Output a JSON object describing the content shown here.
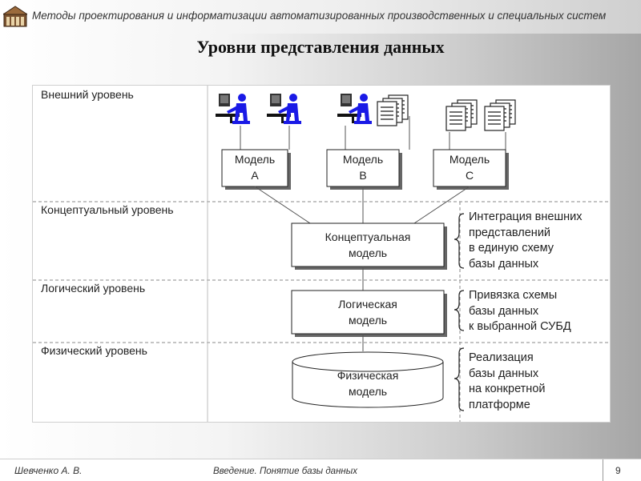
{
  "header": {
    "title": "Методы проектирования и информатизации автоматизированных производственных и специальных систем",
    "logo_icon": "building-logo-icon"
  },
  "slide": {
    "title": "Уровни представления данных"
  },
  "diagram": {
    "levels": [
      "Внешний уровень",
      "Концептуальный уровень",
      "Логический уровень",
      "Физический уровень"
    ],
    "external_models": [
      {
        "line1": "Модель",
        "line2": "A"
      },
      {
        "line1": "Модель",
        "line2": "B"
      },
      {
        "line1": "Модель",
        "line2": "C"
      }
    ],
    "conceptual_model": {
      "line1": "Концептуальная",
      "line2": "модель"
    },
    "logical_model": {
      "line1": "Логическая",
      "line2": "модель"
    },
    "physical_model": {
      "line1": "Физическая",
      "line2": "модель"
    },
    "notes": {
      "conceptual": [
        "Интеграция внешних",
        "представлений",
        "в единую схему",
        "базы данных"
      ],
      "logical": [
        "Привязка схемы",
        "базы данных",
        "к выбранной СУБД"
      ],
      "physical": [
        "Реализация",
        "базы данных",
        "на конкретной",
        "платформе"
      ]
    },
    "icons": [
      "user-at-computer-icon",
      "document-stack-icon"
    ],
    "colors": {
      "user_figure": "#1a1ae6",
      "computer": "#222222",
      "grid_line": "#999999"
    }
  },
  "footer": {
    "author": "Шевченко А. В.",
    "course": "Введение. Понятие базы данных",
    "page": "9"
  }
}
